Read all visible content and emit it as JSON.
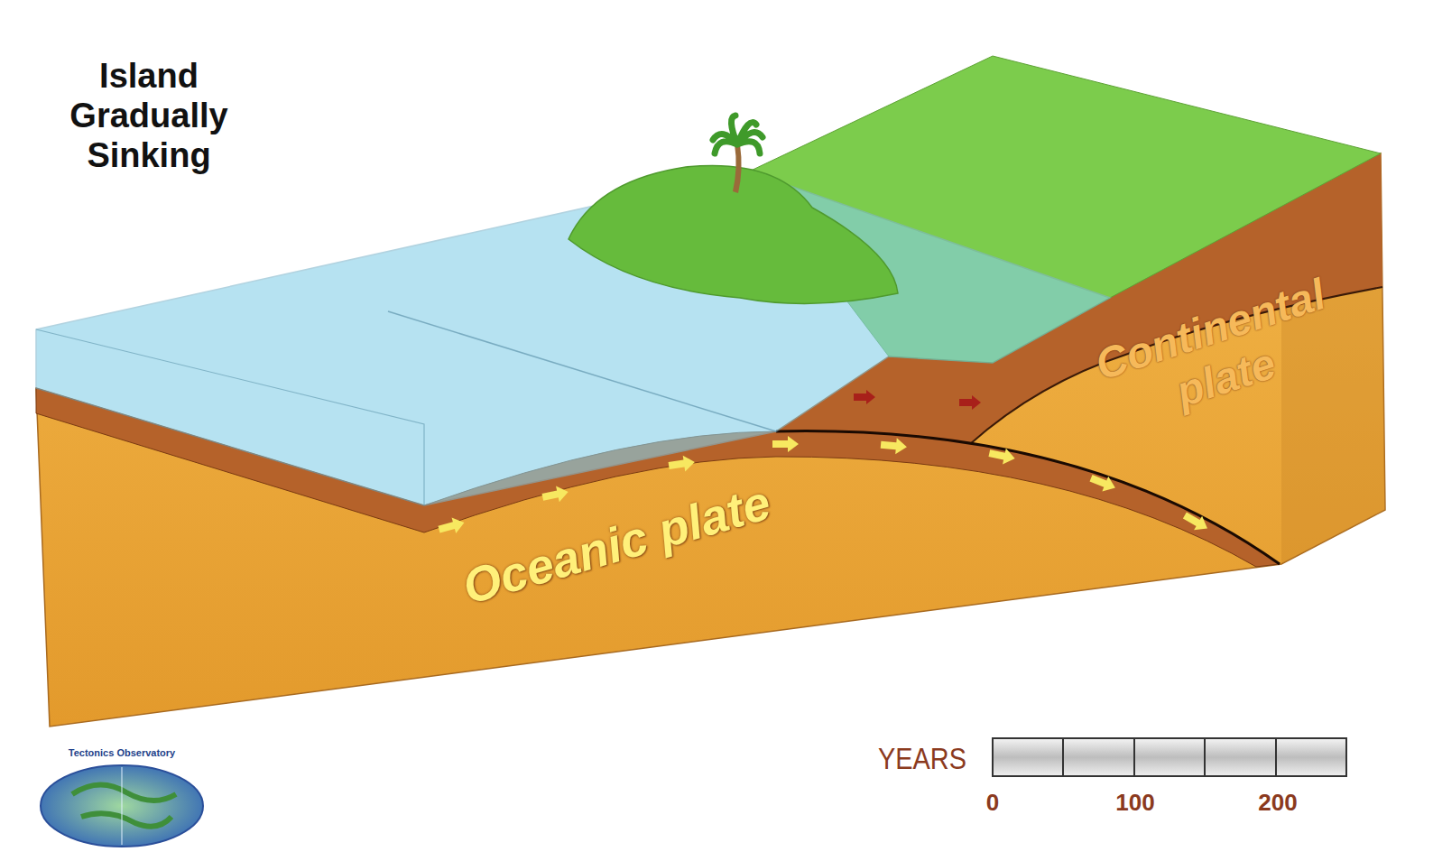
{
  "diagram": {
    "title": "Island Gradually Sinking",
    "labels": [
      "Oceanic plate",
      "Continental plate",
      "YEARS",
      "0",
      "100",
      "200",
      "Tectonics Observatory"
    ]
  }
}
